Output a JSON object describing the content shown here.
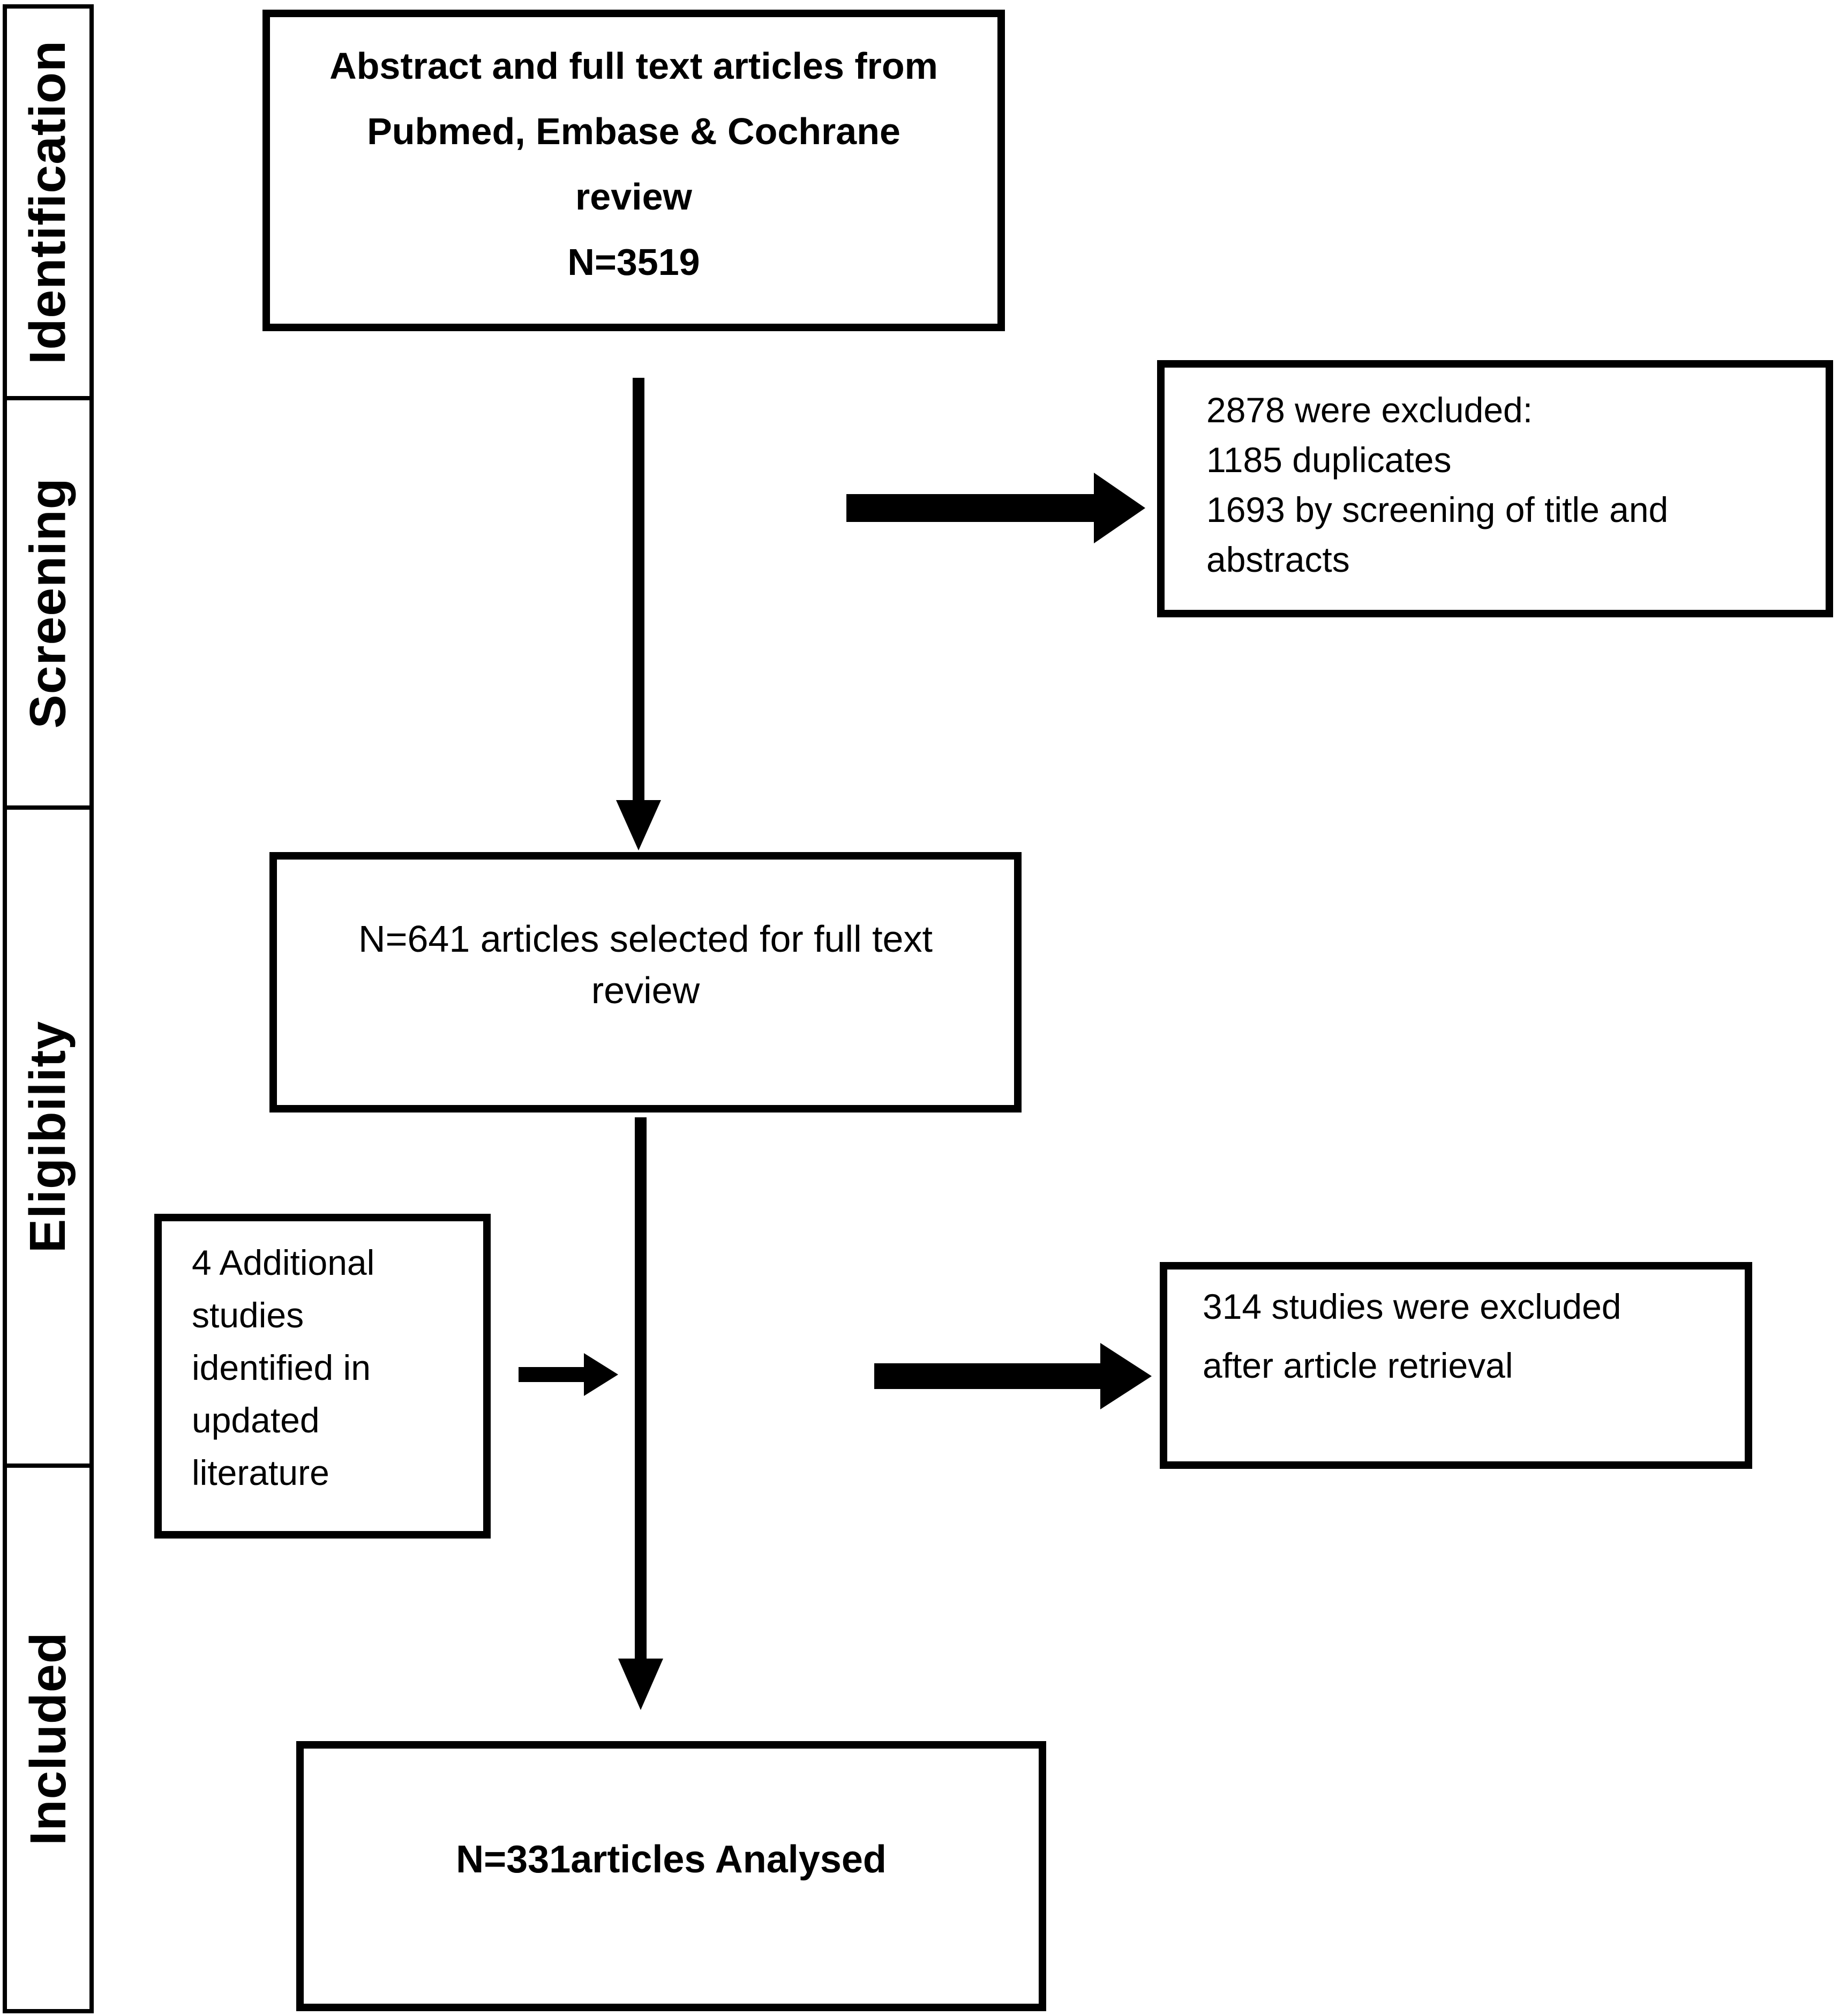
{
  "colors": {
    "ink": "#000000",
    "background": "#ffffff"
  },
  "sidebar": {
    "stages": [
      {
        "label": "Identification"
      },
      {
        "label": "Screening"
      },
      {
        "label": "Eligibility"
      },
      {
        "label": "Included"
      }
    ]
  },
  "boxes": {
    "sources": {
      "lines": [
        "Abstract and full text articles from",
        "Pubmed, Embase & Cochrane",
        "review",
        "N=3519"
      ]
    },
    "excluded_screening": {
      "lines": [
        "2878 were excluded:",
        "1185 duplicates",
        "1693 by screening of title and",
        "abstracts"
      ]
    },
    "full_text": {
      "lines": [
        "N=641 articles selected for full text",
        "review"
      ]
    },
    "additional": {
      "lines": [
        "4 Additional",
        "studies",
        "identified in",
        "updated",
        "literature"
      ]
    },
    "excluded_retrieval": {
      "lines": [
        "314 studies were excluded",
        "after article retrieval"
      ]
    },
    "analysed": {
      "lines": [
        "N=331articles Analysed"
      ]
    }
  }
}
